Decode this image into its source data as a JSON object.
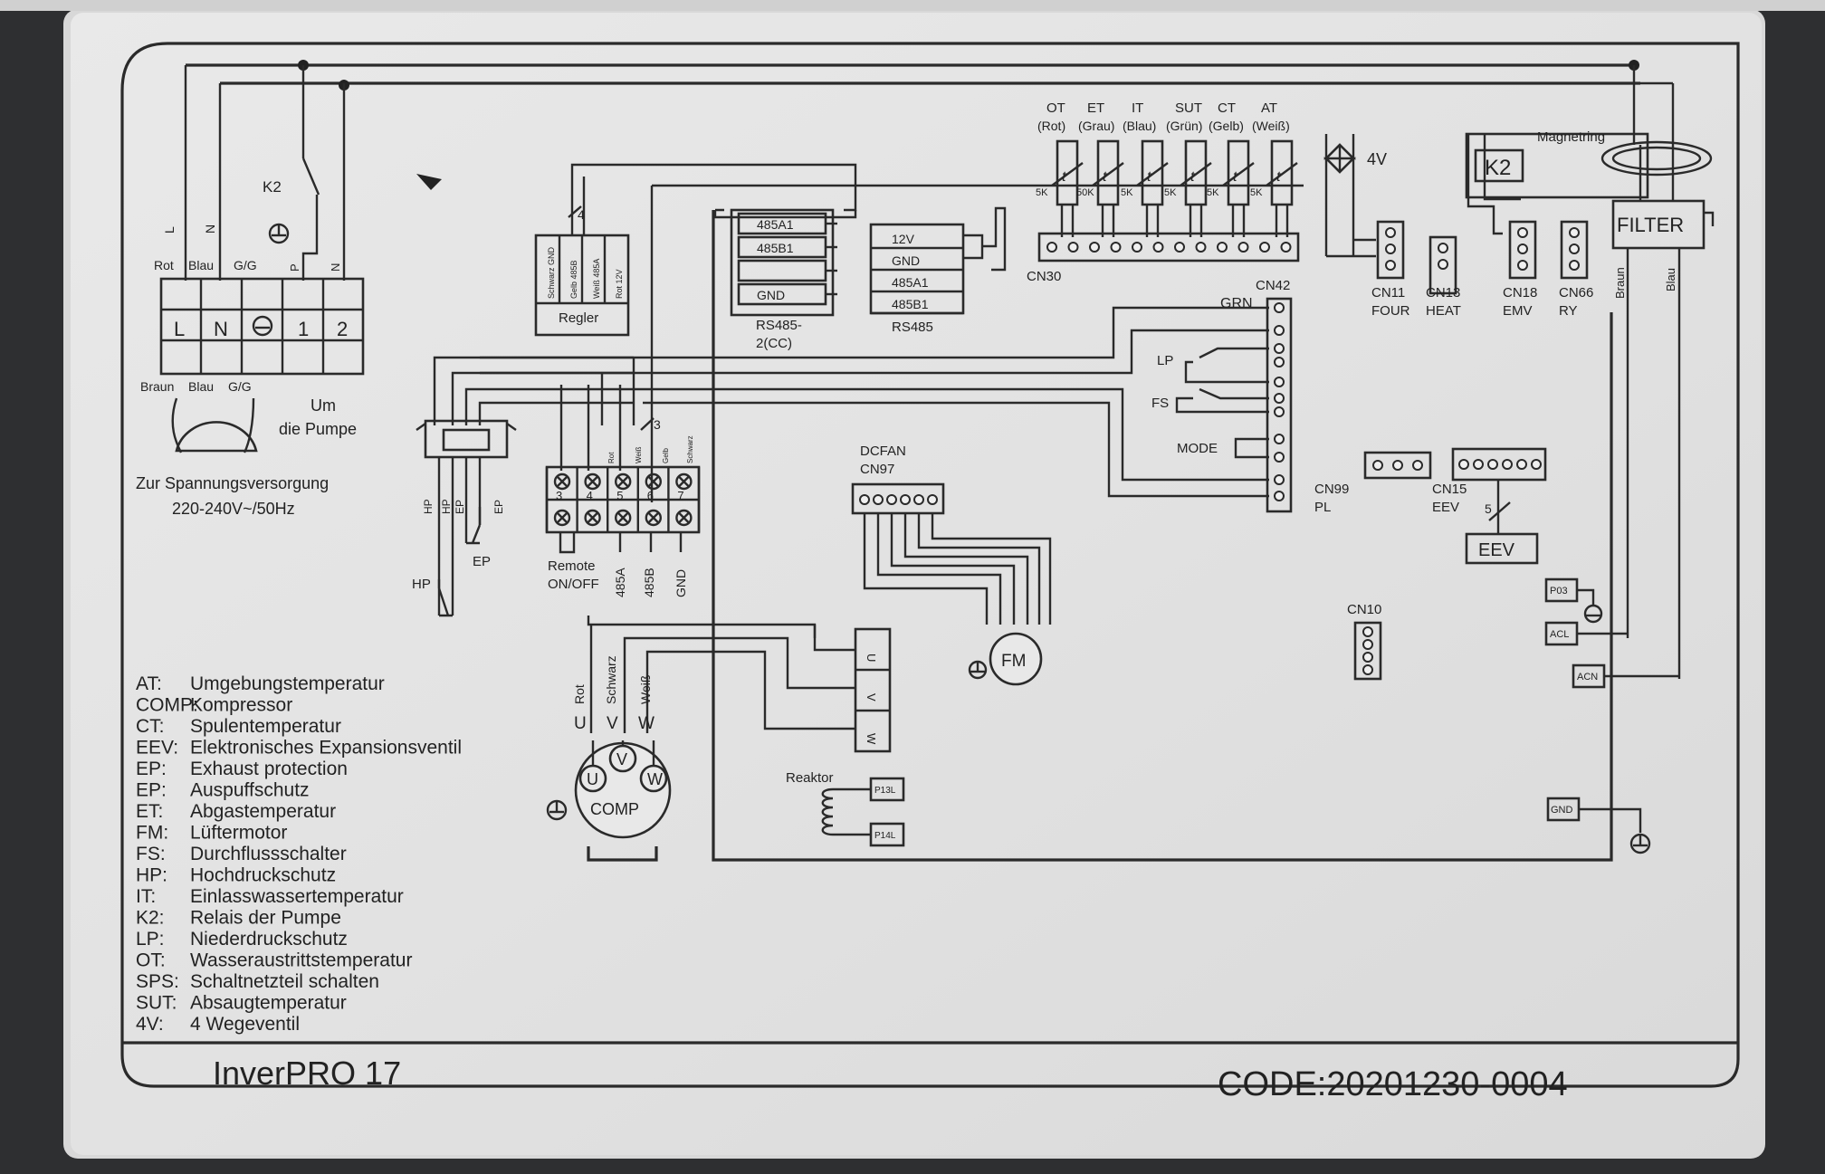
{
  "model": "InverPRO 17",
  "code": "CODE:20201230-0004",
  "power_terminal": {
    "top_labels": [
      "Rot",
      "Blau",
      "G/G"
    ],
    "wire_letters": [
      "L",
      "N"
    ],
    "terminal_labels": [
      "L",
      "N",
      "1",
      "2"
    ],
    "relay": "K2",
    "line_labels": [
      "L",
      "N",
      "P",
      "N"
    ],
    "bottom_labels": [
      "Braun",
      "Blau",
      "G/G"
    ],
    "pump": "Um\ndie Pumpe",
    "supply_line1": "Zur Spannungsversorgung",
    "supply_line2": "220-240V~/50Hz"
  },
  "regler": {
    "label": "Regler",
    "pins": [
      "Schwarz GND",
      "Gelb 485B",
      "Weiß 485A",
      "Rot 12V"
    ],
    "wires": "4"
  },
  "rs485cc": {
    "rows": [
      "485A1",
      "485B1",
      "",
      "GND"
    ],
    "label1": "RS485-",
    "label2": "2(CC)"
  },
  "rs485": {
    "rows": [
      "12V",
      "GND",
      "485A1",
      "485B1"
    ],
    "label": "RS485"
  },
  "sensors": {
    "codes": [
      "OT",
      "ET",
      "IT",
      "SUT",
      "CT",
      "AT"
    ],
    "colors": [
      "(Rot)",
      "(Grau)",
      "(Blau)",
      "(Grün)",
      "(Gelb)",
      "(Weiß)"
    ],
    "resist": [
      "5K",
      "50K",
      "5K",
      "5K",
      "5K",
      "5K"
    ],
    "symbol": "t",
    "connector": "CN30"
  },
  "valve4v": "4V",
  "k2": "K2",
  "magnetring": "Magnetring",
  "filter": {
    "label": "FILTER",
    "wire_left": "Braun",
    "wire_right": "Blau"
  },
  "connectors_top": [
    {
      "cn": "CN11",
      "name": "FOUR"
    },
    {
      "cn": "CN13",
      "name": "HEAT"
    },
    {
      "cn": "CN18",
      "name": "EMV"
    },
    {
      "cn": "CN66",
      "name": "RY"
    }
  ],
  "cn42": {
    "label": "CN42",
    "grn": "GRN",
    "lp": "LP",
    "fs": "FS",
    "mode": "MODE"
  },
  "cn99": {
    "cn": "CN99",
    "name": "PL"
  },
  "cn15": {
    "cn": "CN15",
    "name": "EEV",
    "wires": "5",
    "device": "EEV"
  },
  "dcfan": {
    "label": "DCFAN",
    "cn": "CN97",
    "motor": "FM"
  },
  "cn10": "CN10",
  "hp_ep": {
    "hp": "HP",
    "ep": "EP",
    "pins": [
      "HP",
      "HP",
      "EP",
      "EP"
    ]
  },
  "terminal_block": {
    "top": [
      "3",
      "4",
      "5",
      "6",
      "7"
    ],
    "labels": [
      "Remote\nON/OFF",
      "485A",
      "485B",
      "GND"
    ],
    "wires": "3",
    "wire_cols": [
      "Rot",
      "Weiß",
      "Gelb",
      "Schwarz"
    ]
  },
  "uvw": [
    "U",
    "V",
    "W"
  ],
  "compressor": {
    "label": "COMP",
    "colors": [
      "Rot",
      "Schwarz",
      "Weiß"
    ],
    "letters": [
      "U",
      "V",
      "W"
    ]
  },
  "reaktor": {
    "label": "Reaktor",
    "terms": [
      "P13L",
      "P14L"
    ]
  },
  "right_terminals": [
    "P03",
    "ACL",
    "ACN",
    "GND"
  ],
  "legend": [
    {
      "k": "AT:",
      "v": "Umgebungstemperatur"
    },
    {
      "k": "COMP:",
      "v": "Kompressor"
    },
    {
      "k": "CT:",
      "v": "Spulentemperatur"
    },
    {
      "k": "EEV:",
      "v": "Elektronisches Expansionsventil"
    },
    {
      "k": "EP:",
      "v": "Exhaust protection"
    },
    {
      "k": "EP:",
      "v": "Auspuffschutz"
    },
    {
      "k": "ET:",
      "v": "Abgastemperatur"
    },
    {
      "k": "FM:",
      "v": "Lüftermotor"
    },
    {
      "k": "FS:",
      "v": "Durchflussschalter"
    },
    {
      "k": "HP:",
      "v": "Hochdruckschutz"
    },
    {
      "k": "IT:",
      "v": "Einlasswassertemperatur"
    },
    {
      "k": "K2:",
      "v": "Relais der Pumpe"
    },
    {
      "k": "LP:",
      "v": "Niederdruckschutz"
    },
    {
      "k": "OT:",
      "v": "Wasseraustrittstemperatur"
    },
    {
      "k": "SPS:",
      "v": "Schaltnetzteil schalten"
    },
    {
      "k": "SUT:",
      "v": "Absaugtemperatur"
    },
    {
      "k": "4V:",
      "v": "4 Wegeventil"
    }
  ]
}
